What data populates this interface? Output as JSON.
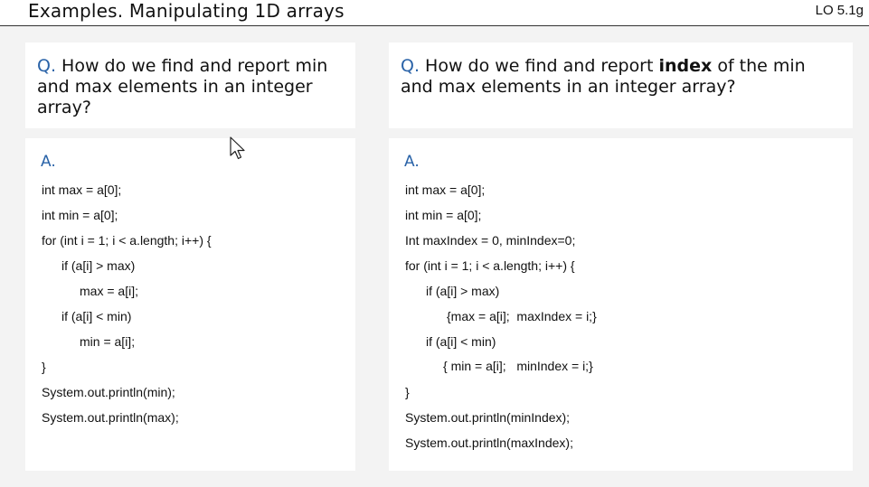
{
  "header": {
    "title": "Examples. Manipulating 1D arrays",
    "objective": "LO 5.1g"
  },
  "left": {
    "question": {
      "label": "Q.",
      "text_line1": " How do we find and report min",
      "text_line2": "and max elements in an integer",
      "text_line3": "array?"
    },
    "answer_label": "A.",
    "code": [
      "int max = a[0];",
      "int min = a[0];",
      "for (int i = 1; i < a.length; i++) {",
      "if (a[i] > max)",
      "max = a[i];",
      "if (a[i] < min)",
      "min = a[i];",
      "}",
      "System.out.println(min);",
      "System.out.println(max);"
    ]
  },
  "right": {
    "question": {
      "label": "Q.",
      "text_before": " How do we find and report ",
      "text_bold": "index",
      "text_after": " of the min",
      "text_line2": "and max elements in an integer array?"
    },
    "answer_label": "A.",
    "code": [
      "int max = a[0];",
      "int min = a[0];",
      "Int maxIndex = 0, minIndex=0;",
      "for (int i = 1; i < a.length; i++) {",
      "if (a[i] > max)",
      "{max = a[i];  maxIndex = i;}",
      "if (a[i] < min)",
      "{ min = a[i];   minIndex = i;}",
      "}",
      "System.out.println(minIndex);",
      "System.out.println(maxIndex);"
    ]
  },
  "icons": {
    "cursor": "mouse-pointer-icon"
  }
}
